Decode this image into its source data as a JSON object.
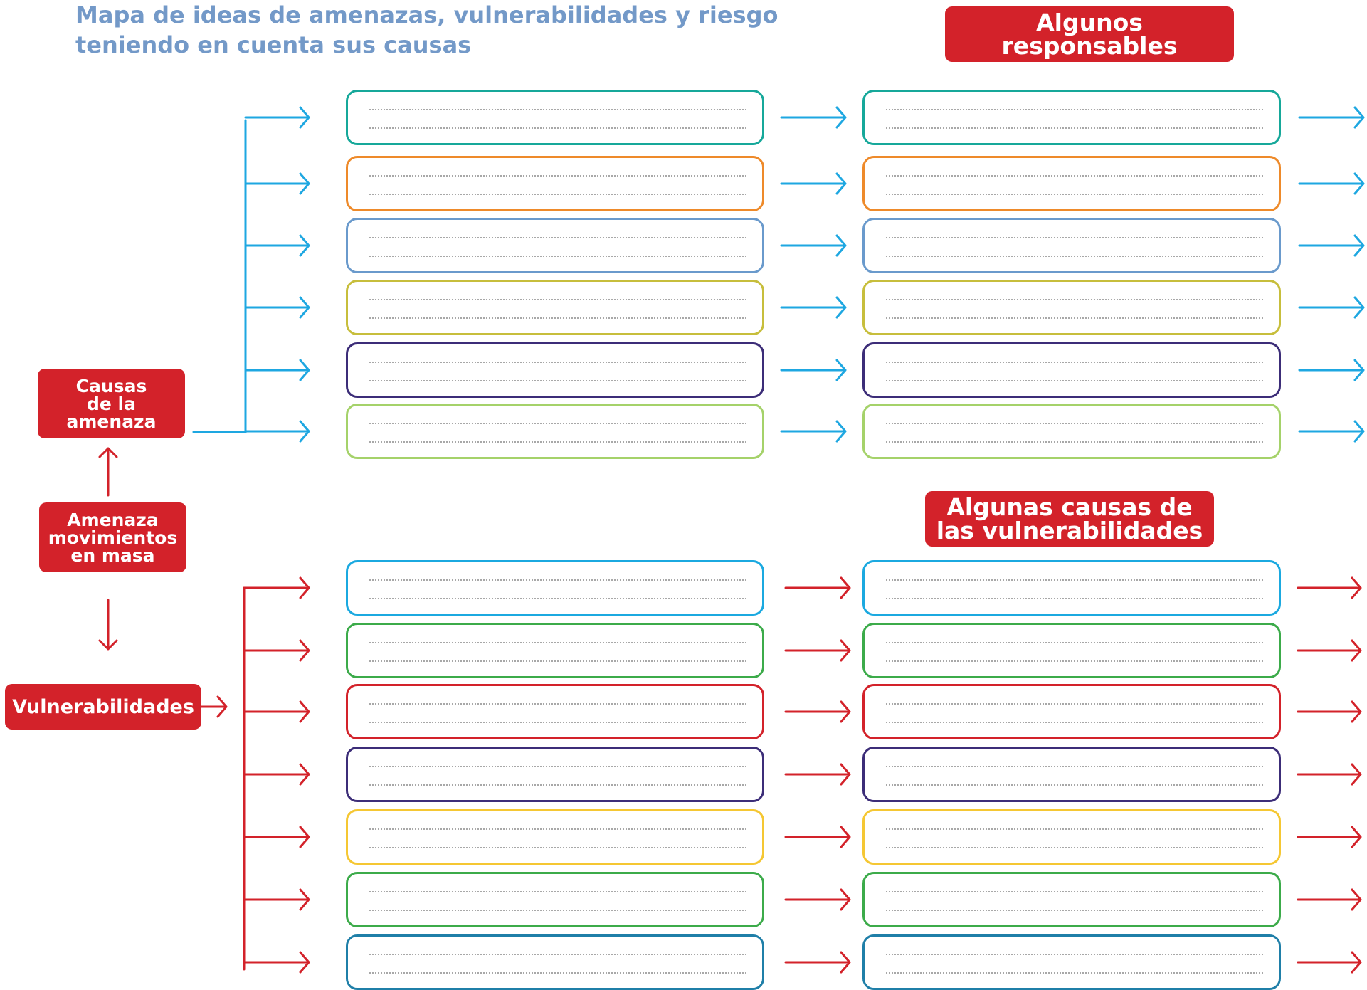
{
  "title": "Mapa de ideas de amenazas, vulnerabilidades y riesgo teniendo en cuenta sus causas",
  "labels": {
    "responsables": [
      "Algunos",
      "responsables"
    ],
    "causas_vulnerabilidades": [
      "Algunas causas de",
      "las vulnerabilidades"
    ],
    "causas_amenaza": [
      "Causas",
      "de la",
      "amenaza"
    ],
    "amenaza": [
      "Amenaza",
      "movimientos",
      "en masa"
    ],
    "vulnerabilidades": [
      "Vulnerabilidades"
    ]
  },
  "colors": {
    "accent_red": "#d3222a",
    "title_blue": "#7399c8",
    "arrow_blue": "#1ea7e1",
    "arrow_red": "#d3222a"
  },
  "top_rows": [
    {
      "color": "#16a89a"
    },
    {
      "color": "#ee8a2a"
    },
    {
      "color": "#6a9acc"
    },
    {
      "color": "#c7be3c"
    },
    {
      "color": "#3c2d78"
    },
    {
      "color": "#a5d26a"
    }
  ],
  "bottom_rows": [
    {
      "color": "#1ba9e0"
    },
    {
      "color": "#3cab4a"
    },
    {
      "color": "#d3222a"
    },
    {
      "color": "#3c2d78"
    },
    {
      "color": "#f5c733"
    },
    {
      "color": "#3cab4a"
    },
    {
      "color": "#1f7fa8"
    }
  ]
}
